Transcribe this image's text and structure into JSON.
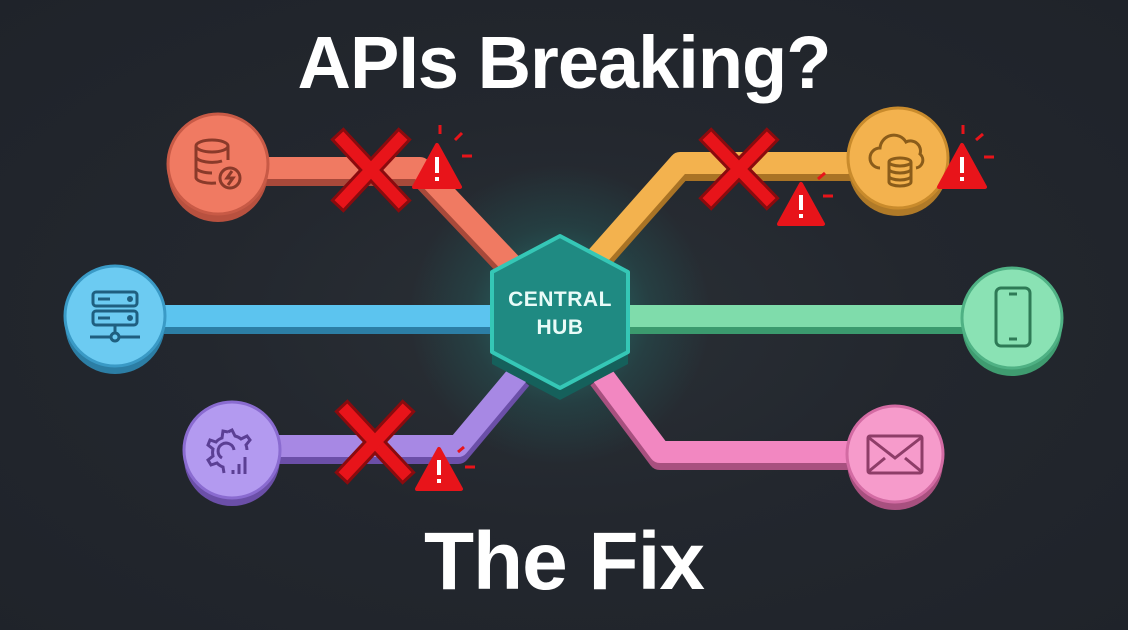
{
  "title": "APIs Breaking?",
  "subtitle": "The Fix",
  "hub": {
    "line1": "CENTRAL",
    "line2": "HUB",
    "color": "#1f8a82",
    "border": "#35c7b6"
  },
  "nodes": [
    {
      "id": "database",
      "icon": "database-bolt-icon",
      "color": "#f07a62",
      "status": "broken"
    },
    {
      "id": "cloud-storage",
      "icon": "cloud-database-icon",
      "color": "#f3b24e",
      "status": "broken"
    },
    {
      "id": "server",
      "icon": "server-network-icon",
      "color": "#5cc4ef",
      "status": "connected"
    },
    {
      "id": "mobile",
      "icon": "smartphone-icon",
      "color": "#7fdcab",
      "status": "connected"
    },
    {
      "id": "analytics",
      "icon": "gear-analytics-icon",
      "color": "#a788e4",
      "status": "broken"
    },
    {
      "id": "email",
      "icon": "envelope-icon",
      "color": "#f287c1",
      "status": "connected"
    }
  ],
  "error_markers": {
    "x_color": "#e8141a",
    "warning_color": "#e8141a"
  }
}
